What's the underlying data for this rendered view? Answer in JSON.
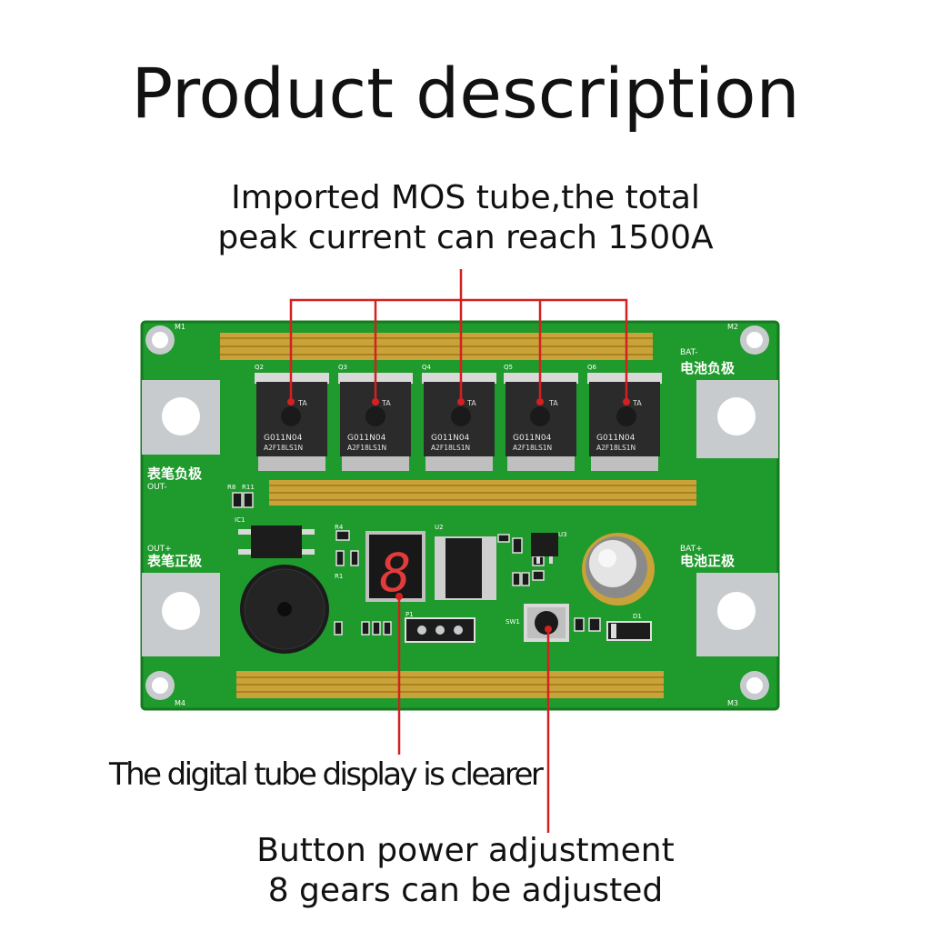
{
  "title": "Product description",
  "callouts": {
    "mos_line1": "Imported MOS tube,the total",
    "mos_line2": "peak current can reach 1500A",
    "display": "The digital tube display is clearer",
    "button_line1": "Button power adjustment",
    "button_line2": "8 gears can be adjusted"
  },
  "board_labels": {
    "m1": "M1",
    "m2": "M2",
    "m3": "M3",
    "m4": "M4",
    "bat_minus": "BAT-",
    "bat_minus_cn": "电池负极",
    "bat_plus": "BAT+",
    "bat_plus_cn": "电池正极",
    "out_minus": "OUT-",
    "out_minus_cn": "表笔负极",
    "out_plus": "OUT+",
    "out_plus_cn": "表笔正极",
    "q2": "Q2",
    "q3": "Q3",
    "q4": "Q4",
    "q5": "Q5",
    "q6": "Q6",
    "mos_marking_1": "G011N04",
    "mos_marking_2": "A2F18LS1N",
    "mos_brand": "TA",
    "ic1": "IC1",
    "u2": "U2",
    "u3": "U3",
    "p1": "P1",
    "sw1": "SW1",
    "d1": "D1",
    "r8": "R8",
    "r11": "R11",
    "r4": "R4",
    "r1": "R1",
    "display_digit": "8"
  },
  "colors": {
    "pcb": "#1f9a2c",
    "pcb_dark": "#157a20",
    "copper": "#c9a23a",
    "pad": "#c8cbcd",
    "mosfet": "#2b2b2b",
    "callout_line": "#d42020",
    "segment": "#e23b3b"
  }
}
